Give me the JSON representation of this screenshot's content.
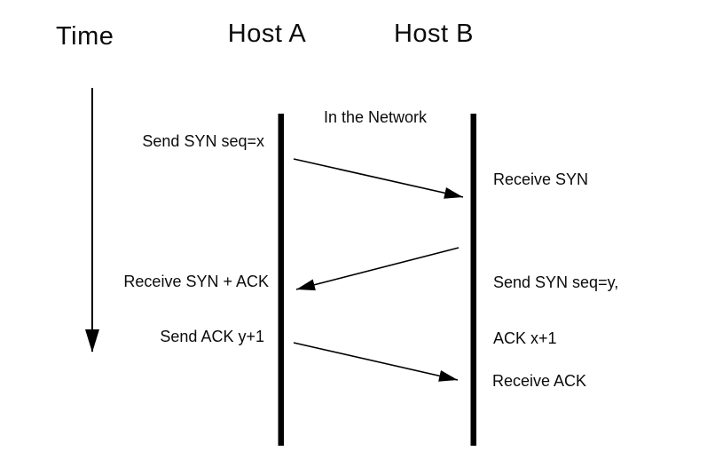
{
  "diagram": {
    "headers": {
      "time": "Time",
      "host_a": "Host A",
      "host_b": "Host B"
    },
    "network_label": "In the Network",
    "messages": {
      "send_syn": "Send SYN seq=x",
      "receive_syn": "Receive SYN",
      "send_syn_ack_line1": "Send SYN seq=y,",
      "send_syn_ack_line2": "ACK x+1",
      "receive_syn_ack": "Receive SYN + ACK",
      "send_ack": "Send ACK y+1",
      "receive_ack": "Receive ACK"
    },
    "colors": {
      "ink": "#000000",
      "background": "#ffffff"
    }
  }
}
